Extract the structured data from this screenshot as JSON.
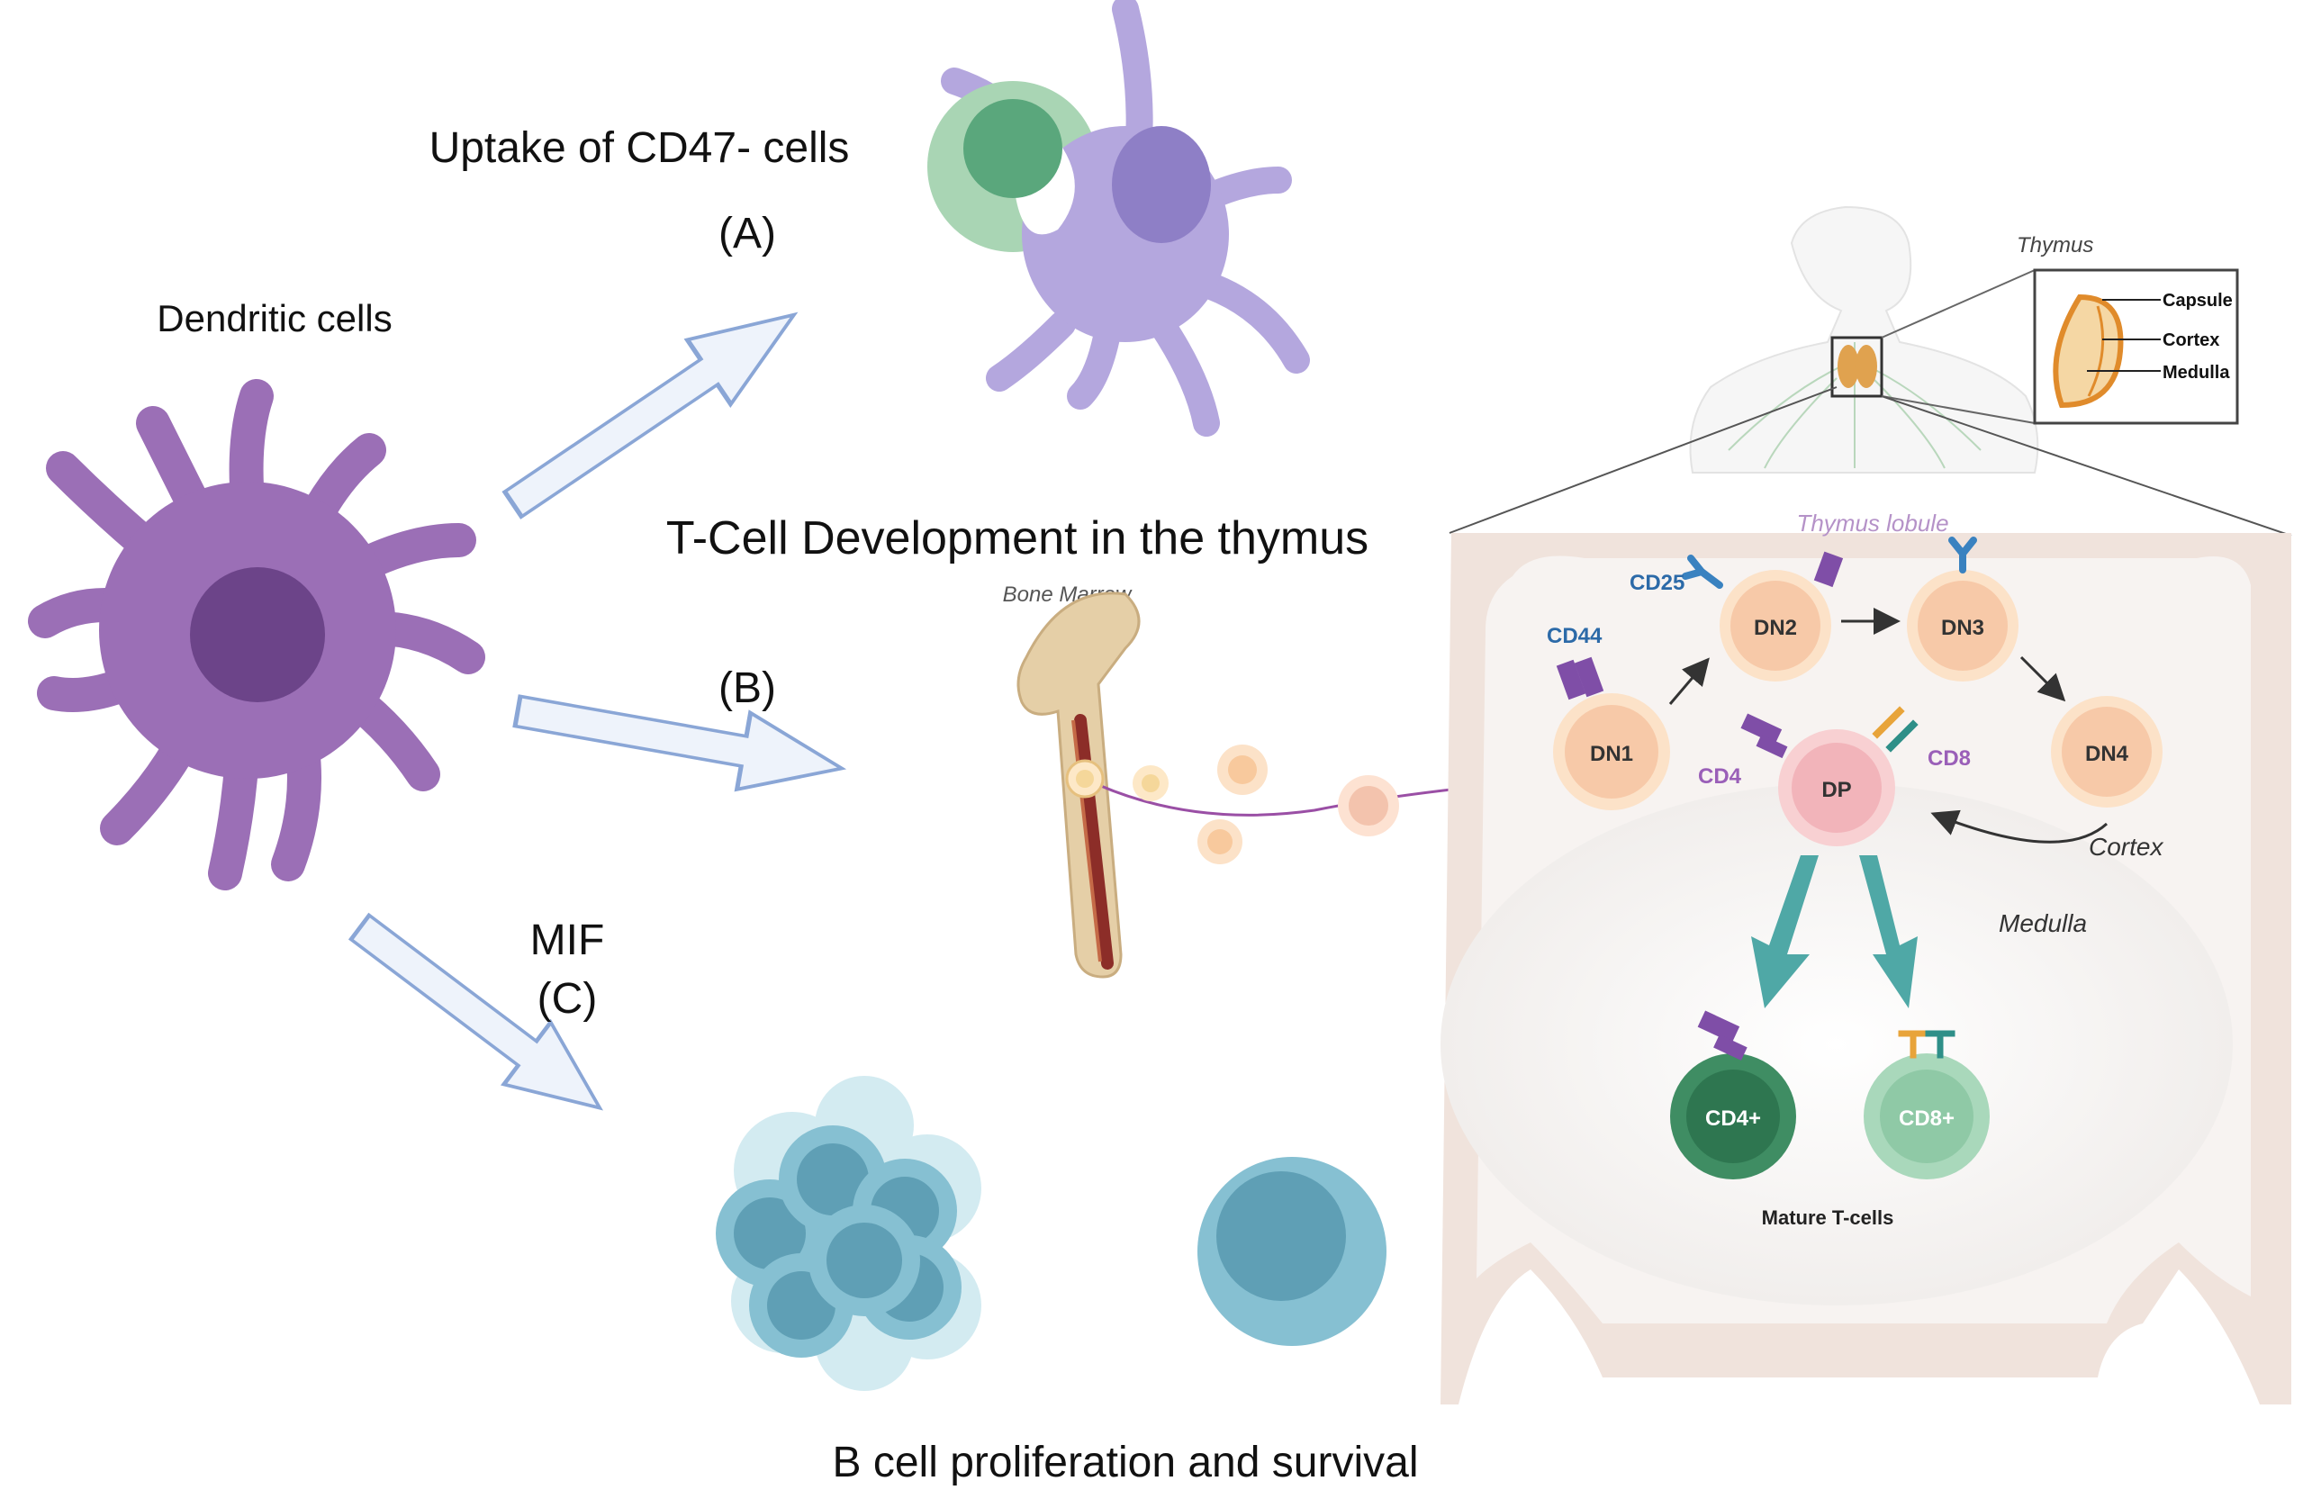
{
  "labels": {
    "dendritic": "Dendritic cells",
    "uptake": "Uptake of CD47- cells",
    "a": "(A)",
    "tcell_title": "T-Cell Development in the thymus",
    "b": "(B)",
    "mif": "MIF",
    "c": "(C)",
    "bcell": "B cell proliferation and survival",
    "bone_marrow": "Bone Marrow",
    "thymus": "Thymus",
    "capsule": "Capsule",
    "cortex_inset": "Cortex",
    "medulla_inset": "Medulla",
    "lobule": "Thymus lobule",
    "cd25": "CD25",
    "cd44": "CD44",
    "dn1": "DN1",
    "dn2": "DN2",
    "dn3": "DN3",
    "dn4": "DN4",
    "dp": "DP",
    "cd4": "CD4",
    "cd8": "CD8",
    "cortex": "Cortex",
    "medulla": "Medulla",
    "cd4plus": "CD4+",
    "cd8plus": "CD8+",
    "mature": "Mature T-cells"
  },
  "colors": {
    "dendritic_purple": "#9b6fb6",
    "dendritic_nucleus": "#6c4489",
    "uptake_cell": "#b4a7de",
    "arrow_blue": "#8aa6d6",
    "b_cell": "#86c0d2",
    "lobule": "#f0e3dc",
    "thymocyte": "#f7c9a8",
    "dp_cell": "#f2b4ba",
    "teal_arrow": "#4fa8a6",
    "cd4_cell": "#3f8d63",
    "cd8_cell": "#8fc9a6"
  }
}
